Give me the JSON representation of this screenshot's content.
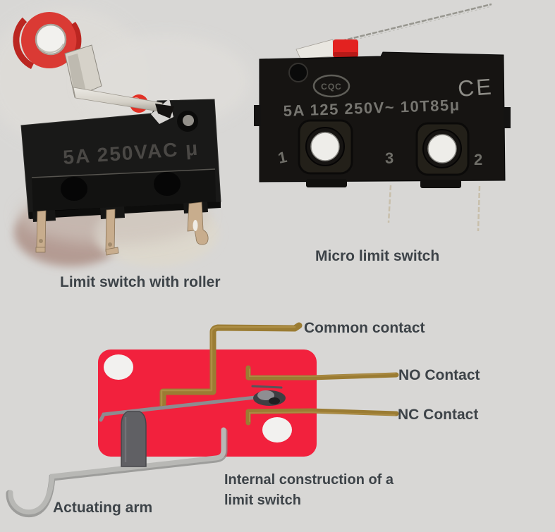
{
  "page": {
    "background": "#d8d7d5"
  },
  "captions": {
    "roller_switch": "Limit switch with roller",
    "micro_switch": "Micro limit switch",
    "internal_construction_line1": "Internal construction of a",
    "internal_construction_line2": "limit switch"
  },
  "labels": {
    "common_contact": "Common contact",
    "no_contact": "NO Contact",
    "nc_contact": "NC Contact",
    "actuating_arm": "Actuating arm"
  },
  "roller_switch": {
    "marking": "5A 250VAC μ"
  },
  "micro_switch": {
    "marking": "5A 125 250V~ 10T85μ",
    "logo": "CQC",
    "ce_mark": "CE",
    "terminals": [
      "1",
      "3",
      "2"
    ]
  },
  "colors": {
    "switch_body_red": "#f2213d",
    "contact_brass": "#9b7c33",
    "brass_highlight": "#b2924a",
    "label_text": "#3d4348",
    "plunger_gray": "#606064",
    "arm_gray": "#b8b8b5",
    "roller_red": "#da3a34",
    "switch_body_black": "#191918"
  }
}
